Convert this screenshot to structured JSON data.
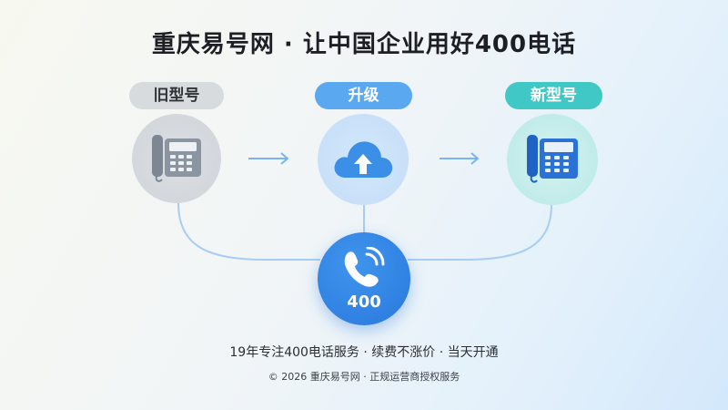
{
  "title": "重庆易号网 · 让中国企业用好400电话",
  "stages": {
    "old": {
      "label": "旧型号",
      "icon": "desk-phone-gray-icon"
    },
    "upgrade": {
      "label": "升级",
      "icon": "cloud-upload-icon"
    },
    "new": {
      "label": "新型号",
      "icon": "desk-phone-blue-icon"
    }
  },
  "center": {
    "number": "400",
    "icon": "phone-ringing-icon"
  },
  "tagline": "19年专注400电话服务 · 续费不涨价 · 当天开通",
  "footer": "© 2026 重庆易号网 · 正规运营商授权服务",
  "colors": {
    "upgrade_pill": "#5aa8f0",
    "new_pill": "#3fc8c5",
    "old_pill": "#d8dbde",
    "center_blue": "#2a78de"
  }
}
